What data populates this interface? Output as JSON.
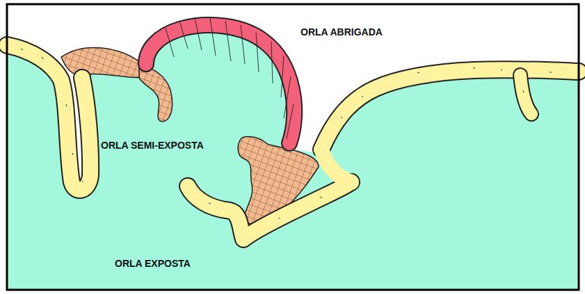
{
  "diagram": {
    "labels": [
      "ORLA ABRIGADA",
      "ORLA SEMI-EXPOSTA",
      "ORLA EXPOSTA"
    ]
  }
}
